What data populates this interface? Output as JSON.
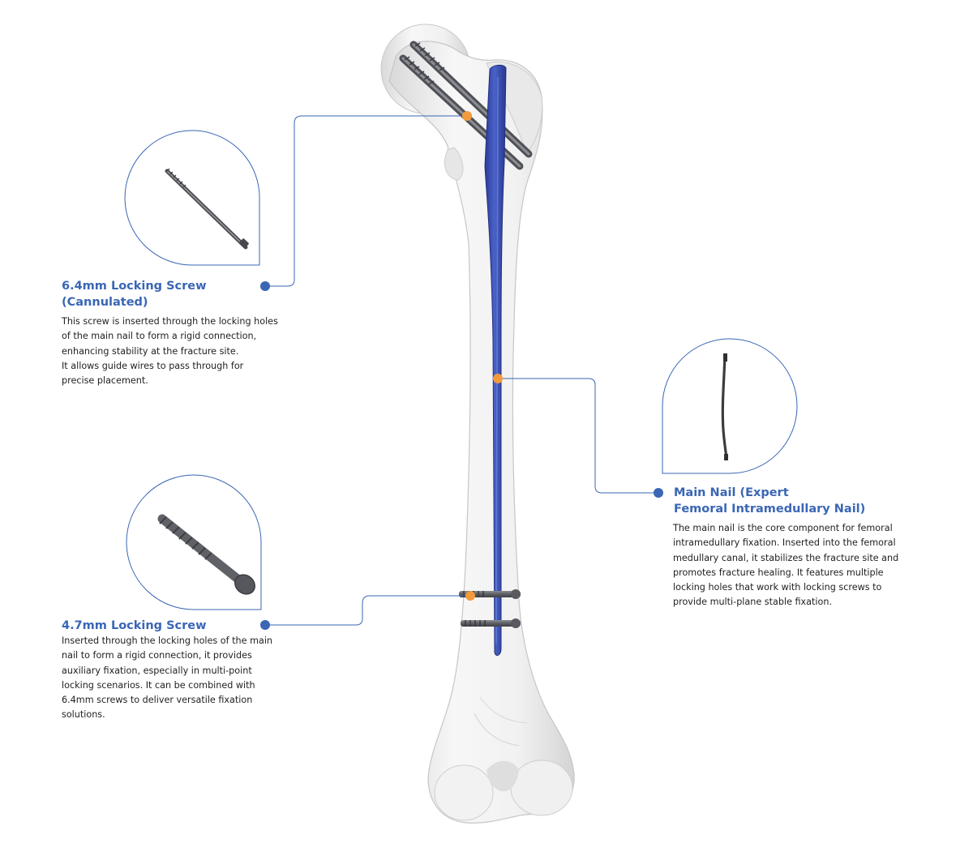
{
  "colors": {
    "accent": "#3a66b5",
    "nail": "#3b4fb0",
    "marker": "#f39a3c",
    "bone": "#eeeeee",
    "screw": "#6d6f74",
    "text": "#1f1f1f"
  },
  "callouts": {
    "screw64": {
      "title_lines": [
        "6.4mm Locking Screw",
        "(Cannulated)"
      ],
      "body_lines": [
        "This screw is inserted through the locking holes",
        "of the main nail to form a rigid connection,",
        "enhancing stability at the fracture site.",
        "It allows guide wires to pass through for",
        "precise placement."
      ],
      "icon": "cannulated-screw-icon"
    },
    "screw47": {
      "title_lines": [
        "4.7mm Locking Screw"
      ],
      "body_lines": [
        "Inserted through the locking holes of the main",
        "nail to form a rigid connection, it provides",
        "auxiliary fixation, especially in multi-point",
        "locking scenarios. It can be combined with",
        "6.4mm screws to deliver versatile fixation",
        "solutions."
      ],
      "icon": "locking-screw-icon"
    },
    "main_nail": {
      "title_lines": [
        "Main Nail (Expert",
        "Femoral Intramedullary Nail)"
      ],
      "body_lines": [
        "The main nail is the core component for femoral",
        "intramedullary fixation. Inserted into the femoral",
        "medullary canal, it stabilizes the fracture site and",
        "promotes fracture healing. It features multiple",
        "locking holes that work with locking screws to",
        "provide multi-plane stable fixation."
      ],
      "icon": "intramedullary-nail-icon"
    }
  }
}
